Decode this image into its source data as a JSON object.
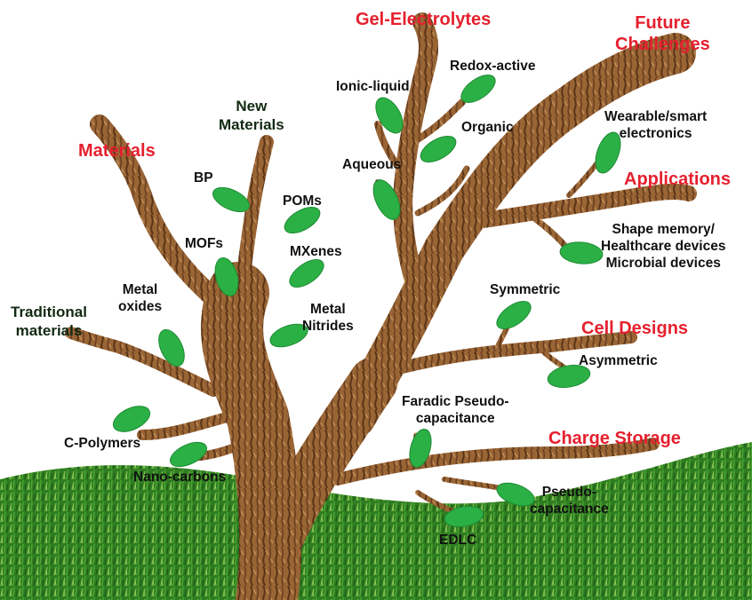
{
  "colors": {
    "category": "#e5202e",
    "item": "#111111",
    "heading": "#122a12",
    "bark": "#9a6535",
    "bark_dark": "#5a3417",
    "leaf": "#2bb045",
    "grass": "#2f7d22"
  },
  "categories": {
    "materials": "Materials",
    "gel_electrolytes": "Gel-Electrolytes",
    "future_challenges": [
      "Future",
      "Challenges"
    ],
    "applications": "Applications",
    "cell_designs": "Cell Designs",
    "charge_storage": "Charge Storage"
  },
  "materials": {
    "new_materials": [
      "New",
      "Materials"
    ],
    "traditional_materials": [
      "Traditional",
      "materials"
    ],
    "bp": "BP",
    "poms": "POMs",
    "mofs": "MOFs",
    "mxenes": "MXenes",
    "metal_nitrides": [
      "Metal",
      "Nitrides"
    ],
    "metal_oxides": [
      "Metal",
      "oxides"
    ],
    "c_polymers": "C-Polymers",
    "nano_carbons": "Nano-carbons"
  },
  "electrolytes": {
    "ionic_liquid": "Ionic-liquid",
    "redox_active": "Redox-active",
    "organic": "Organic",
    "aqueous": "Aqueous"
  },
  "applications_items": {
    "wearable": [
      "Wearable/smart",
      "electronics"
    ],
    "devices": [
      "Shape memory/",
      "Healthcare devices",
      "Microbial devices"
    ]
  },
  "cell_design_items": {
    "symmetric": "Symmetric",
    "asymmetric": "Asymmetric"
  },
  "charge_storage_items": {
    "faradic": [
      "Faradic Pseudo-",
      "capacitance"
    ],
    "pseudo": [
      "Pseudo-",
      "capacitance"
    ],
    "edlc": "EDLC"
  }
}
